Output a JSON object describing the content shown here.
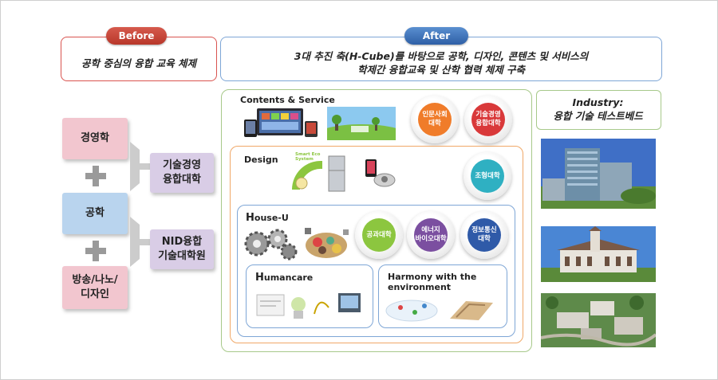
{
  "before": {
    "label": "Before",
    "text": "공학 중심의 융합 교육 체제"
  },
  "after": {
    "label": "After",
    "line1": "3대 추진 축(H-Cube)를 바탕으로 공학, 디자인, 콘텐츠 및 서비스의",
    "line2": "학제간 융합교육 및 산학 협력 체제 구축"
  },
  "left": {
    "box1": "경영학",
    "box2": "공학",
    "box3_line1": "방송/나노/",
    "box3_line2": "디자인",
    "result1_line1": "기술경영",
    "result1_line2": "융합대학",
    "result2_line1": "NID융합",
    "result2_line2": "기술대학원"
  },
  "center": {
    "contents_title": "Contents & Service",
    "design_title": "Design",
    "house_title": "House-U",
    "humancare_title": "Humancare",
    "harmony_line1": "Harmony with the",
    "harmony_line2": "environment",
    "smart_eco": "Smart Eco System",
    "c1_line1": "인문사회",
    "c1_line2": "대학",
    "c2_line1": "기술경영",
    "c2_line2": "융합대학",
    "c3": "조형대학",
    "c4": "공과대학",
    "c5_line1": "에너지",
    "c5_line2": "바이오대학",
    "c6_line1": "정보통신",
    "c6_line2": "대학"
  },
  "industry": {
    "line1": "Industry:",
    "line2": "융합 기술 테스트베드"
  },
  "colors": {
    "before_red": "#c0392b",
    "after_blue": "#3a6fb5",
    "pink_box": "#f2c6cf",
    "blue_box": "#b9d4ee",
    "purple_box": "#d9cde6",
    "green_border": "#a7c98a",
    "orange_border": "#f0a868",
    "blue_border": "#7ea6d6",
    "orange_circle": "#f07c2a",
    "red_circle": "#d9393a",
    "teal_circle": "#2fb0c2",
    "green_circle": "#8cc63f",
    "purple_circle": "#7b4fa0",
    "navy_circle": "#2f5aa8"
  }
}
